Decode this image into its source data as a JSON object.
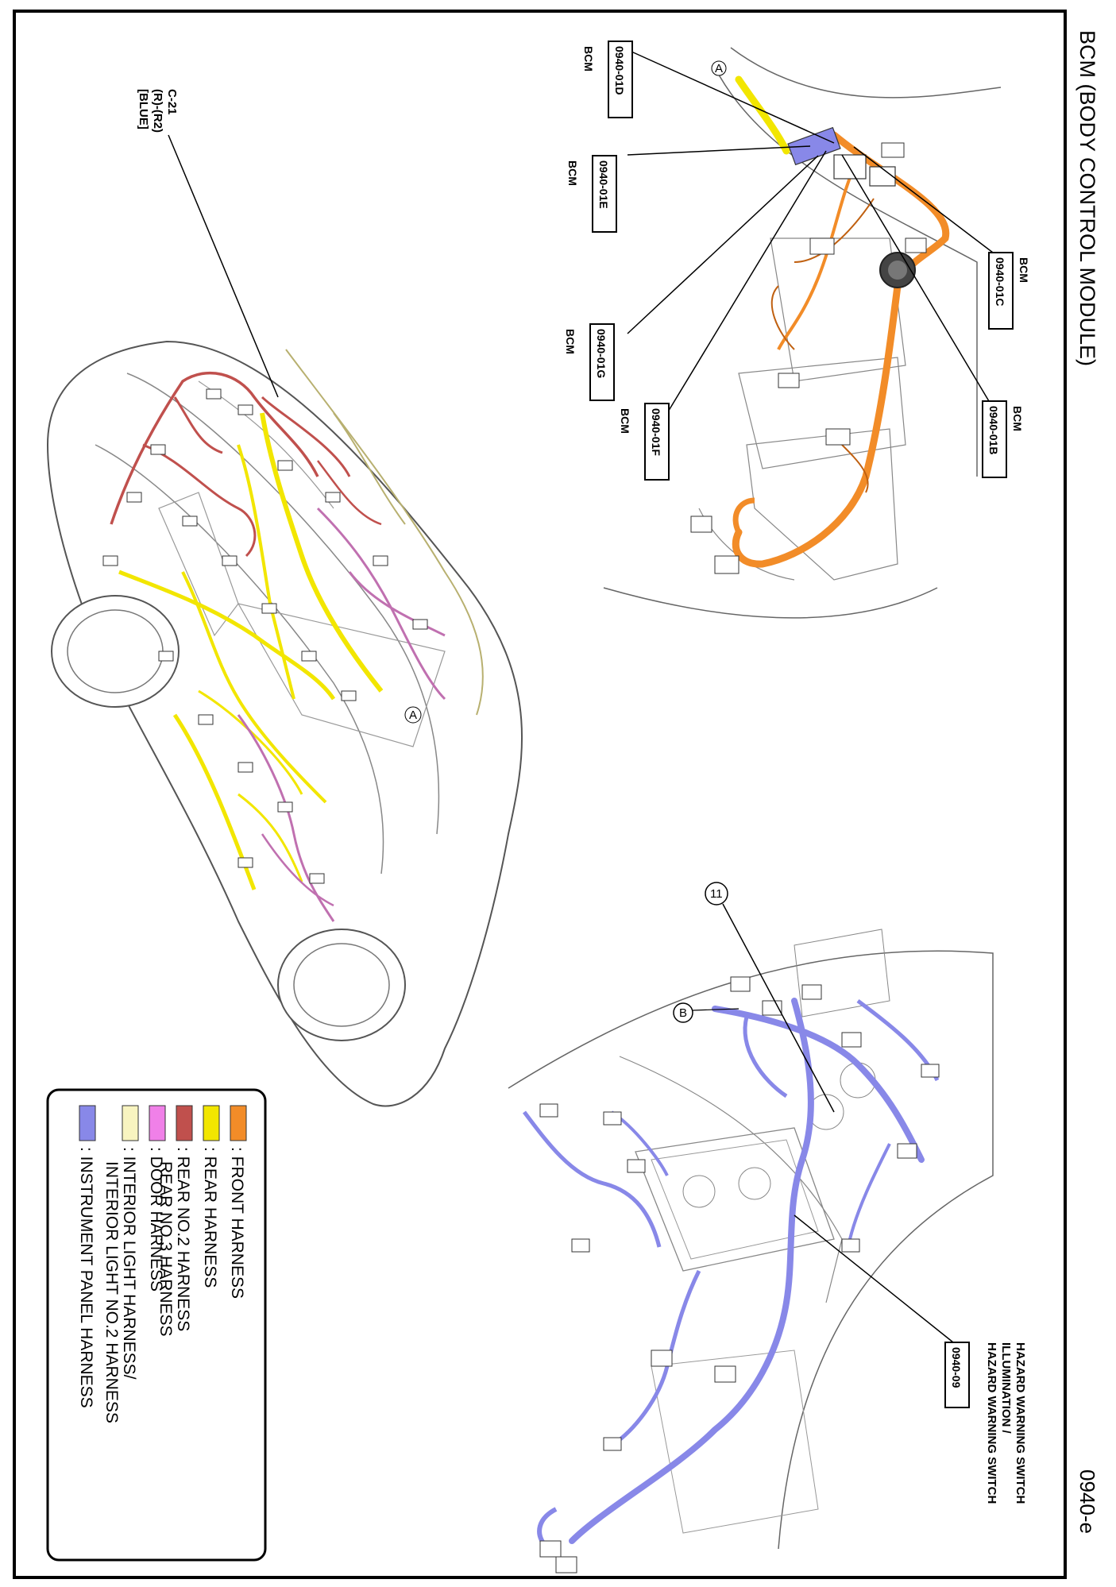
{
  "header": {
    "title": "BCM (BODY CONTROL MODULE)",
    "page_code": "0940-e"
  },
  "callouts": {
    "bcm_01d": {
      "code": "0940-01D",
      "name": "BCM"
    },
    "bcm_01e": {
      "code": "0940-01E",
      "name": "BCM"
    },
    "bcm_01g": {
      "code": "0940-01G",
      "name": "BCM"
    },
    "bcm_01f": {
      "code": "0940-01F",
      "name": "BCM"
    },
    "bcm_01b": {
      "code": "0940-01B",
      "name": "BCM"
    },
    "bcm_01c": {
      "code": "0940-01C",
      "name": "BCM"
    },
    "hazard": {
      "code": "0940-09",
      "line1": "HAZARD WARNING SWITCH",
      "line2": "ILLUMINATION /",
      "line3": "HAZARD WARNING SWITCH"
    },
    "c21": {
      "line1": "C-21",
      "line2": "(R)-(R2)",
      "line3": "[BLUE]"
    }
  },
  "markers": {
    "a": "A",
    "b": "B",
    "eleven": "11"
  },
  "legend": {
    "items": [
      {
        "color": "#f28c28",
        "label": ": FRONT HARNESS"
      },
      {
        "color": "#f2e600",
        "label": ": REAR HARNESS"
      },
      {
        "color": "#c0504d",
        "label": ": REAR NO.2 HARNESS",
        "label2": "REAR NO.3 HARNESS"
      },
      {
        "color": "#f080e8",
        "label": ": DOOR HARNESS"
      },
      {
        "color": "#f8f4c0",
        "label": ": INTERIOR LIGHT HARNESS/",
        "label2": "INTERIOR LIGHT NO.2 HARNESS"
      },
      {
        "color": "#8888e8",
        "label": ": INSTRUMENT PANEL HARNESS"
      }
    ]
  }
}
